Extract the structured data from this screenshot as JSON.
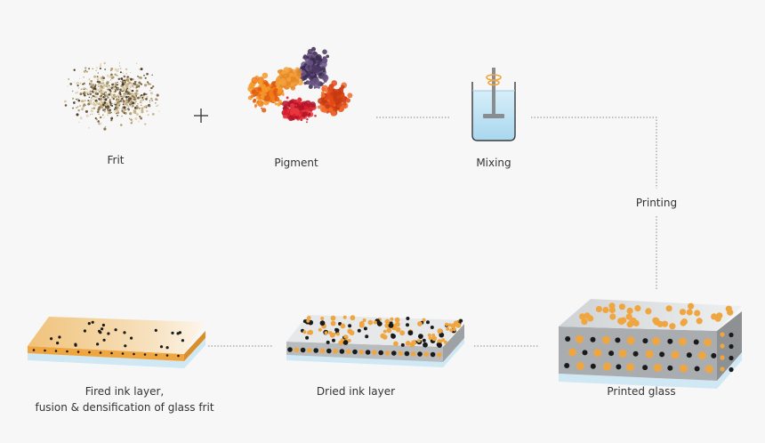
{
  "labels": {
    "frit": "Frit",
    "pigment": "Pigment",
    "mixing": "Mixing",
    "printing": "Printing",
    "printed_glass": "Printed glass",
    "dried_ink": "Dried ink layer",
    "fired_ink_line1": "Fired ink layer,",
    "fired_ink_line2": "fusion & densification of glass frit"
  },
  "plus_sign": "+",
  "colors": {
    "glass_base": "#cfe8f4",
    "ink_gray": "#bfc3c6",
    "frit_orange": "#f0a640",
    "fired_layer": "#f2c98a",
    "dot_black": "#1a1a1a",
    "connector": "#777777",
    "liquid": "#bfe2f4"
  }
}
